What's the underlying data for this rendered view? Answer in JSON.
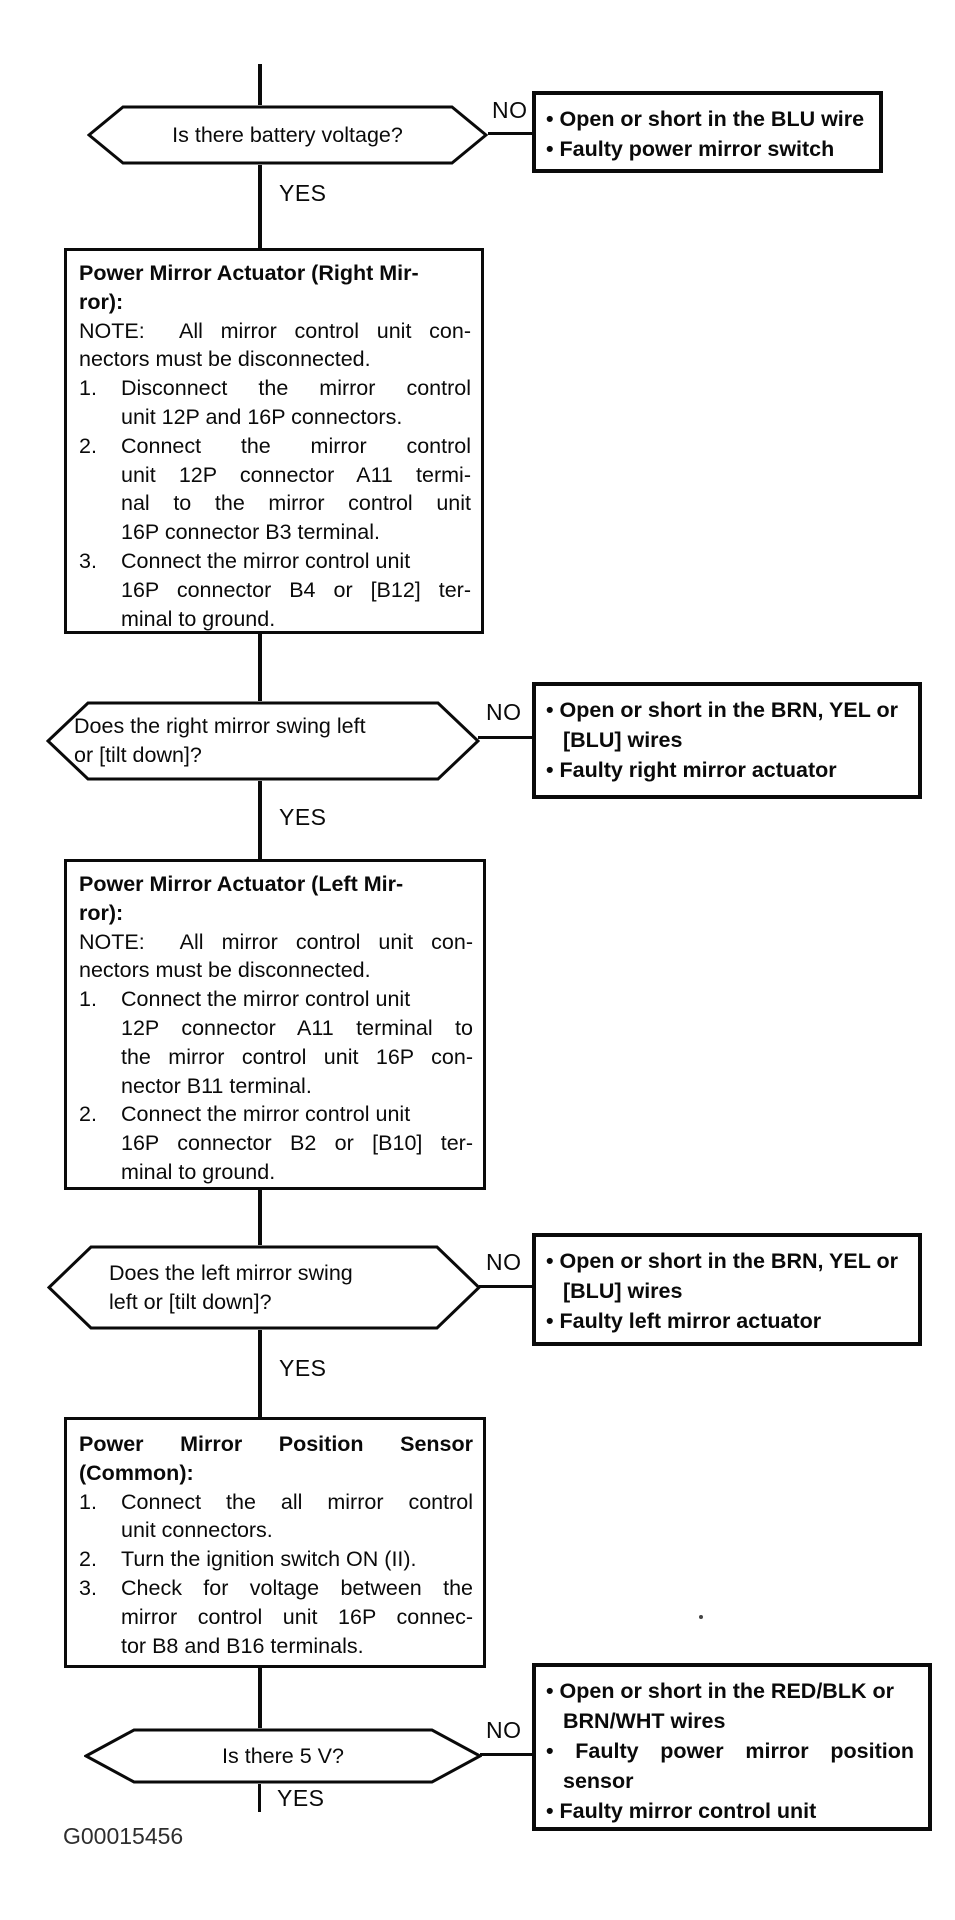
{
  "diagram": {
    "figure_id": "G00015456",
    "yes_label": "YES",
    "no_label": "NO"
  },
  "decisions": [
    {
      "lines": [
        "Is there battery voltage?"
      ]
    },
    {
      "lines": [
        "Does the right mirror swing left",
        "or [tilt down]?"
      ]
    },
    {
      "lines": [
        "Does the left mirror swing",
        "left or [tilt down]?"
      ]
    },
    {
      "lines": [
        "Is there 5 V?"
      ]
    }
  ],
  "no_boxes": [
    {
      "lines": [
        "• Open or short in the BLU wire",
        "• Faulty power mirror switch"
      ]
    },
    {
      "lines": [
        "• Open or short in the BRN, YEL or",
        "[BLU] wires",
        "• Faulty right mirror actuator"
      ]
    },
    {
      "lines": [
        "• Open or short in the BRN, YEL or",
        "[BLU] wires",
        "• Faulty left mirror actuator"
      ]
    },
    {
      "lines": [
        "• Open or short in the RED/BLK or",
        "BRN/WHT wires",
        "• Faulty power mirror position",
        "sensor",
        "• Faulty mirror control unit"
      ]
    }
  ],
  "procedures": [
    {
      "lines": [
        "Power Mirror Actuator (Right Mir-",
        "ror):",
        "NOTE:  All mirror control unit con-",
        "nectors must be disconnected.",
        {
          "num": "1.",
          "t": "Disconnect the mirror control"
        },
        "unit 12P and 16P connectors.",
        {
          "num": "2.",
          "t": "Connect the mirror control"
        },
        "unit 12P connector A11 termi-",
        "nal to the mirror control unit",
        "16P connector B3 terminal.",
        {
          "num": "3.",
          "t": "Connect the mirror control unit"
        },
        "16P connector B4 or [B12] ter-",
        "minal to ground."
      ]
    },
    {
      "lines": [
        "Power Mirror Actuator (Left Mir-",
        "ror):",
        "NOTE:  All mirror control unit con-",
        "nectors must be disconnected.",
        {
          "num": "1.",
          "t": "Connect the mirror control unit"
        },
        "12P connector A11 terminal to",
        "the mirror control unit 16P con-",
        "nector B11 terminal.",
        {
          "num": "2.",
          "t": "Connect the mirror control unit"
        },
        "16P connector B2 or [B10] ter-",
        "minal to ground."
      ]
    },
    {
      "lines": [
        "Power Mirror Position Sensor",
        "(Common):",
        {
          "num": "1.",
          "t": "Connect the all mirror control"
        },
        "unit connectors.",
        {
          "num": "2.",
          "t": "Turn the ignition switch ON (II)."
        },
        {
          "num": "3.",
          "t": "Check for voltage between the"
        },
        "mirror control unit 16P connec-",
        "tor B8 and B16 terminals."
      ]
    }
  ]
}
